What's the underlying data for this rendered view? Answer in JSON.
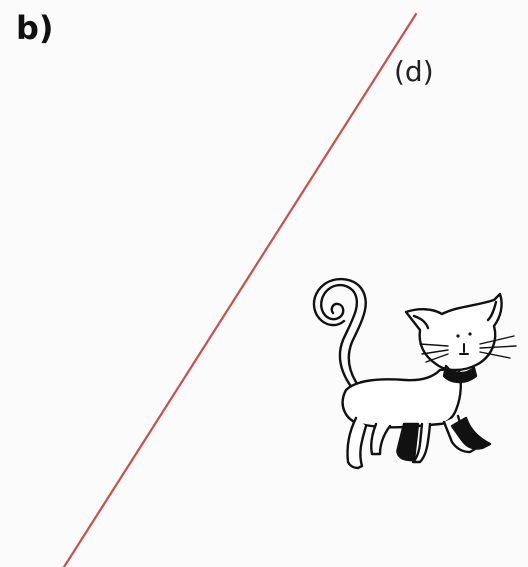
{
  "exercise": {
    "part_label": "b)",
    "line_label": "(d)"
  },
  "colors": {
    "line": "#c8504a",
    "ink": "#111111",
    "background": "#fbfbfb"
  },
  "figure": {
    "icon": "cat-drawing"
  }
}
